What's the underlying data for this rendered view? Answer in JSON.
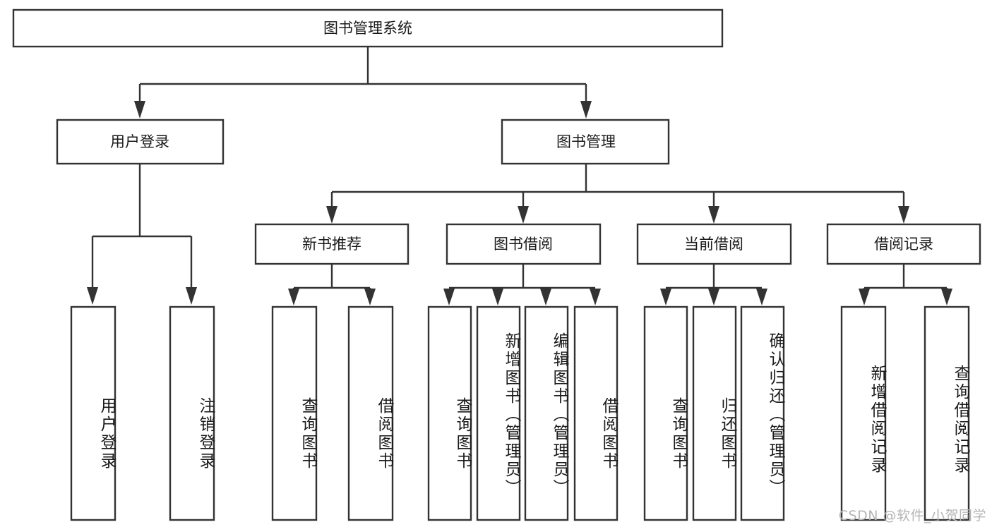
{
  "diagram": {
    "title": "图书管理系统",
    "type": "tree-hierarchy",
    "watermark": "CSDN @软件_小贺同学",
    "colors": {
      "stroke": "#333333",
      "fill": "#ffffff",
      "text": "#1a1a1a",
      "watermark": "#b4b4b4",
      "background": "#ffffff"
    },
    "root": {
      "label": "图书管理系统"
    },
    "level2": [
      {
        "label": "用户登录"
      },
      {
        "label": "图书管理"
      }
    ],
    "level3": [
      {
        "label": "新书推荐"
      },
      {
        "label": "图书借阅"
      },
      {
        "label": "当前借阅"
      },
      {
        "label": "借阅记录"
      }
    ],
    "leaves": {
      "user_login": [
        {
          "label": "用户登录"
        },
        {
          "label": "注销登录"
        }
      ],
      "new_book": [
        {
          "label": "查询图书"
        },
        {
          "label": "借阅图书"
        }
      ],
      "book_borrow": [
        {
          "label": "查询图书"
        },
        {
          "label": "新增图书（管理员）"
        },
        {
          "label": "编辑图书（管理员）"
        },
        {
          "label": "借阅图书"
        }
      ],
      "current_borrow": [
        {
          "label": "查询图书"
        },
        {
          "label": "归还图书"
        },
        {
          "label": "确认归还（管理员）"
        }
      ],
      "borrow_record": [
        {
          "label": "新增借阅记录"
        },
        {
          "label": "查询借阅记录"
        }
      ]
    }
  }
}
